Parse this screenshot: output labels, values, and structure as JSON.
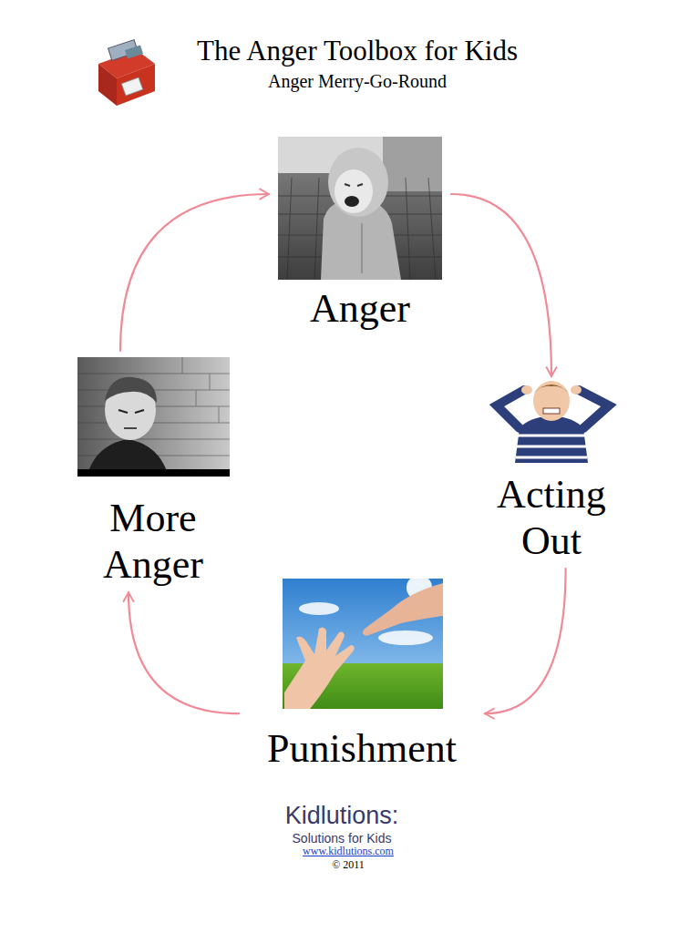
{
  "diagram": {
    "title": "The Anger Toolbox for Kids",
    "nodes": [
      {
        "text": [
          "Anger"
        ]
      },
      {
        "text": [
          "Acting Out"
        ]
      },
      {
        "text": [
          "Punishment"
        ]
      },
      {
        "text": [
          "More Anger"
        ]
      }
    ],
    "edges": [
      {
        "from": 0,
        "to": 1,
        "arrow": "to"
      },
      {
        "from": 1,
        "to": 2,
        "arrow": "to"
      },
      {
        "from": 2,
        "to": 3,
        "arrow": "to"
      },
      {
        "from": 3,
        "to": 0,
        "arrow": "to"
      }
    ],
    "labels": [
      "Anger Merry-Go-Round",
      "Kidlutions:",
      "Solutions for Kids",
      "www.kidlutions.com",
      "© 2011"
    ]
  }
}
